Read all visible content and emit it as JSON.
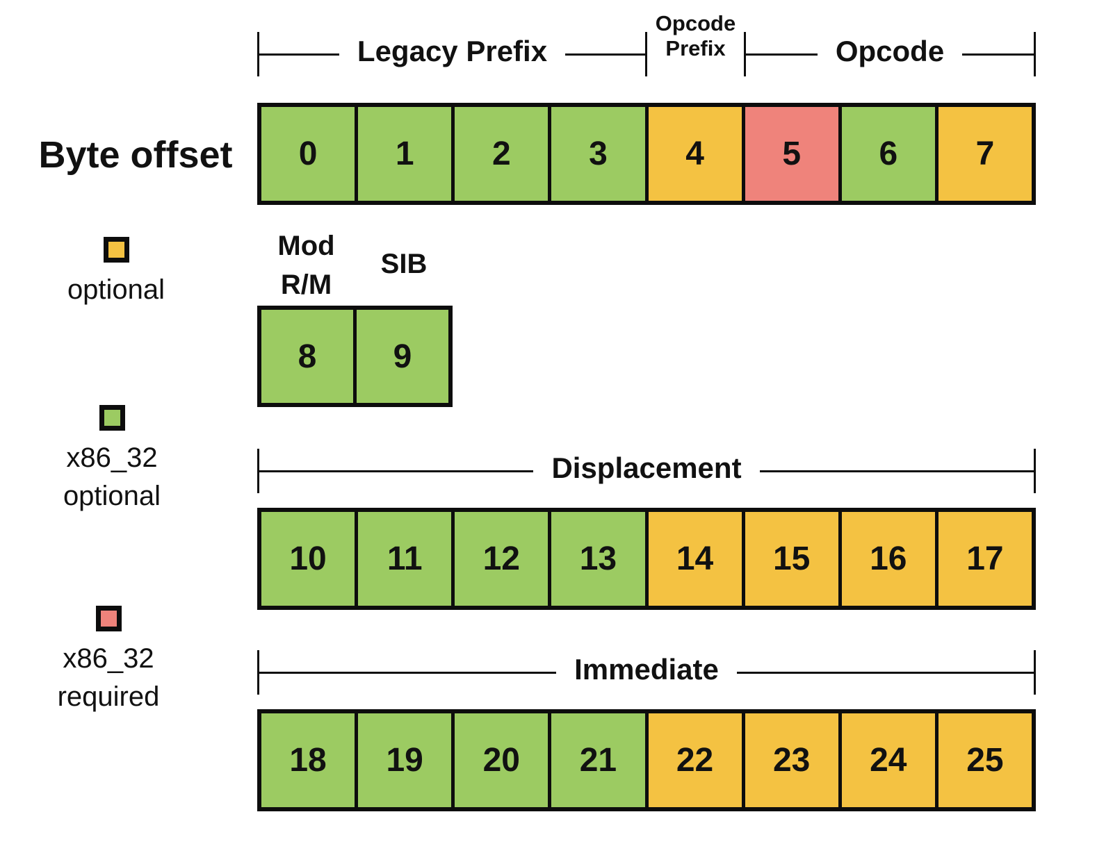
{
  "labels": {
    "byte_offset": "Byte offset"
  },
  "colors": {
    "optional": "#F4C242",
    "x86_32_optional": "#9CCB62",
    "x86_32_required": "#EF837B",
    "border": "#0D0D0D"
  },
  "brackets": {
    "legacy_prefix": "Legacy Prefix",
    "opcode_prefix_line1": "Opcode",
    "opcode_prefix_line2": "Prefix",
    "opcode": "Opcode",
    "displacement": "Displacement",
    "immediate": "Immediate"
  },
  "field_labels": {
    "modrm_line1": "Mod",
    "modrm_line2": "R/M",
    "sib": "SIB"
  },
  "legend": {
    "items": [
      {
        "status": "optional",
        "line1": "optional",
        "line2": ""
      },
      {
        "status": "x86_32_optional",
        "line1": "x86_32",
        "line2": "optional"
      },
      {
        "status": "x86_32_required",
        "line1": "x86_32",
        "line2": "required"
      }
    ]
  },
  "rows": {
    "row1": [
      {
        "n": "0",
        "status": "x86_32_optional"
      },
      {
        "n": "1",
        "status": "x86_32_optional"
      },
      {
        "n": "2",
        "status": "x86_32_optional"
      },
      {
        "n": "3",
        "status": "x86_32_optional"
      },
      {
        "n": "4",
        "status": "optional"
      },
      {
        "n": "5",
        "status": "x86_32_required"
      },
      {
        "n": "6",
        "status": "x86_32_optional"
      },
      {
        "n": "7",
        "status": "optional"
      }
    ],
    "row2": [
      {
        "n": "8",
        "status": "x86_32_optional"
      },
      {
        "n": "9",
        "status": "x86_32_optional"
      }
    ],
    "row3": [
      {
        "n": "10",
        "status": "x86_32_optional"
      },
      {
        "n": "11",
        "status": "x86_32_optional"
      },
      {
        "n": "12",
        "status": "x86_32_optional"
      },
      {
        "n": "13",
        "status": "x86_32_optional"
      },
      {
        "n": "14",
        "status": "optional"
      },
      {
        "n": "15",
        "status": "optional"
      },
      {
        "n": "16",
        "status": "optional"
      },
      {
        "n": "17",
        "status": "optional"
      }
    ],
    "row4": [
      {
        "n": "18",
        "status": "x86_32_optional"
      },
      {
        "n": "19",
        "status": "x86_32_optional"
      },
      {
        "n": "20",
        "status": "x86_32_optional"
      },
      {
        "n": "21",
        "status": "x86_32_optional"
      },
      {
        "n": "22",
        "status": "optional"
      },
      {
        "n": "23",
        "status": "optional"
      },
      {
        "n": "24",
        "status": "optional"
      },
      {
        "n": "25",
        "status": "optional"
      }
    ]
  }
}
